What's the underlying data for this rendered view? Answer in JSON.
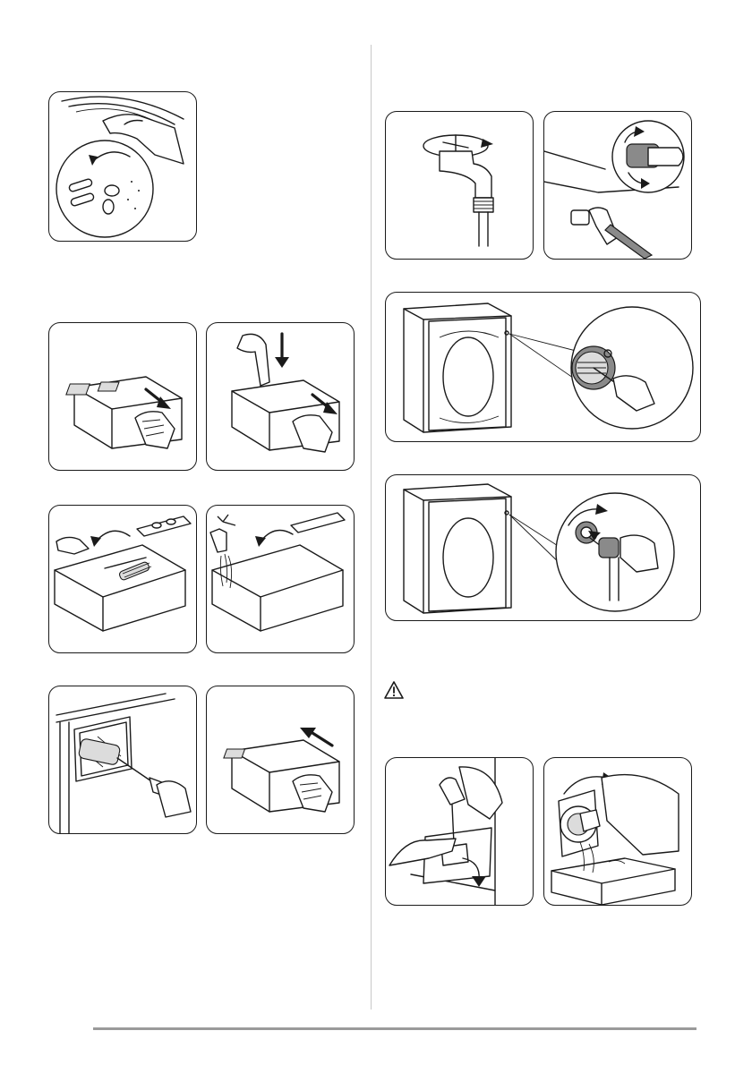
{
  "page": {
    "background": "#ffffff",
    "line_color": "#1a1a1a"
  },
  "left_column": [
    {
      "id": "coin-paperclip",
      "icon": "drum-pocket-items-illustration"
    },
    {
      "id": "pull-out-drawer",
      "icon": "detergent-drawer-pull-illustration"
    },
    {
      "id": "press-release-lever",
      "icon": "drawer-release-illustration"
    },
    {
      "id": "remove-insert",
      "icon": "drawer-insert-remove-illustration"
    },
    {
      "id": "rinse-insert",
      "icon": "insert-rinse-tap-illustration"
    },
    {
      "id": "brush-recess",
      "icon": "recess-brush-illustration"
    },
    {
      "id": "push-drawer-back",
      "icon": "drawer-insert-back-illustration"
    }
  ],
  "right_column": [
    {
      "id": "close-tap",
      "icon": "water-tap-close-illustration"
    },
    {
      "id": "unscrew-hose",
      "icon": "inlet-hose-unscrew-illustration"
    },
    {
      "id": "clean-filter",
      "icon": "inlet-filter-clean-illustration"
    },
    {
      "id": "refit-hose",
      "icon": "inlet-hose-refit-illustration"
    },
    {
      "id": "open-flap",
      "icon": "drain-flap-open-illustration"
    },
    {
      "id": "drain-water",
      "icon": "drain-pump-water-illustration"
    }
  ],
  "warning": {
    "icon": "warning-triangle-icon"
  }
}
